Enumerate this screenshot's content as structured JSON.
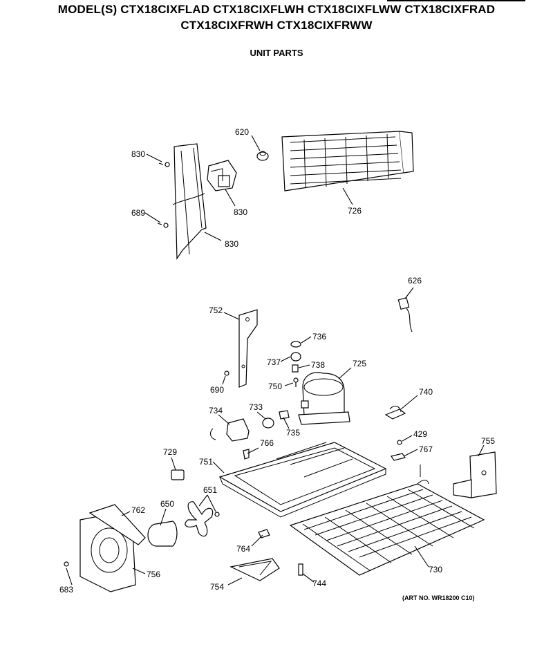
{
  "header": {
    "models_line1": "MODEL(S) CTX18CIXFLAD CTX18CIXFLWH CTX18CIXFLWW CTX18CIXFRAD",
    "models_line2": "CTX18CIXFRWH CTX18CIXFRWW",
    "section": "UNIT PARTS"
  },
  "footer": {
    "art_no": "(ART NO. WR18200 C10)"
  },
  "callouts": {
    "c830a": "830",
    "c830b": "830",
    "c830c": "830",
    "c620": "620",
    "c726": "726",
    "c689": "689",
    "c626": "626",
    "c752": "752",
    "c736": "736",
    "c737": "737",
    "c738": "738",
    "c725": "725",
    "c690": "690",
    "c750": "750",
    "c740": "740",
    "c734": "734",
    "c733": "733",
    "c735": "735",
    "c766": "766",
    "c429": "429",
    "c767": "767",
    "c755": "755",
    "c729": "729",
    "c751": "751",
    "c651": "651",
    "c650": "650",
    "c762": "762",
    "c764": "764",
    "c730": "730",
    "c756": "756",
    "c754": "754",
    "c744": "744",
    "c683": "683"
  }
}
